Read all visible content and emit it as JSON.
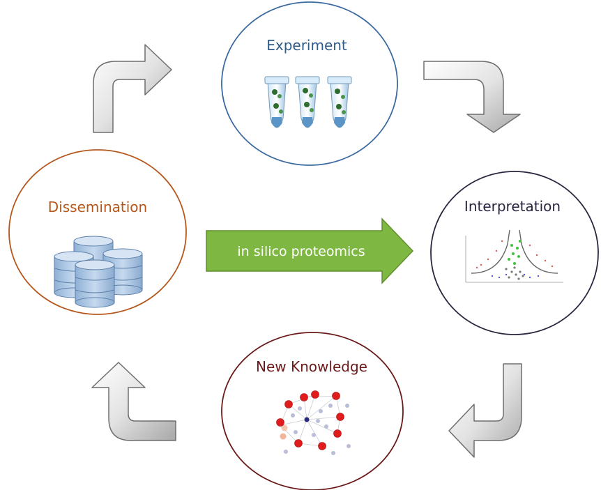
{
  "nodes": {
    "experiment": {
      "label": "Experiment",
      "color": "#2e5c8a",
      "border": "#3a6aa0"
    },
    "interpretation": {
      "label": "Interpretation",
      "color": "#2a2640",
      "border": "#2a2640"
    },
    "new_knowledge": {
      "label": "New Knowledge",
      "color": "#6b1a1a",
      "border": "#6b1a1a"
    },
    "dissemination": {
      "label": "Dissemination",
      "color": "#b5561b",
      "border": "#b5561b"
    }
  },
  "center_arrow": {
    "label": "in silico proteomics",
    "fill": "#7fb743",
    "stroke": "#5f8f2c"
  },
  "icons": {
    "experiment": "test-tubes-icon",
    "interpretation": "volcano-plot-icon",
    "new_knowledge": "network-graph-icon",
    "dissemination": "database-cluster-icon"
  }
}
